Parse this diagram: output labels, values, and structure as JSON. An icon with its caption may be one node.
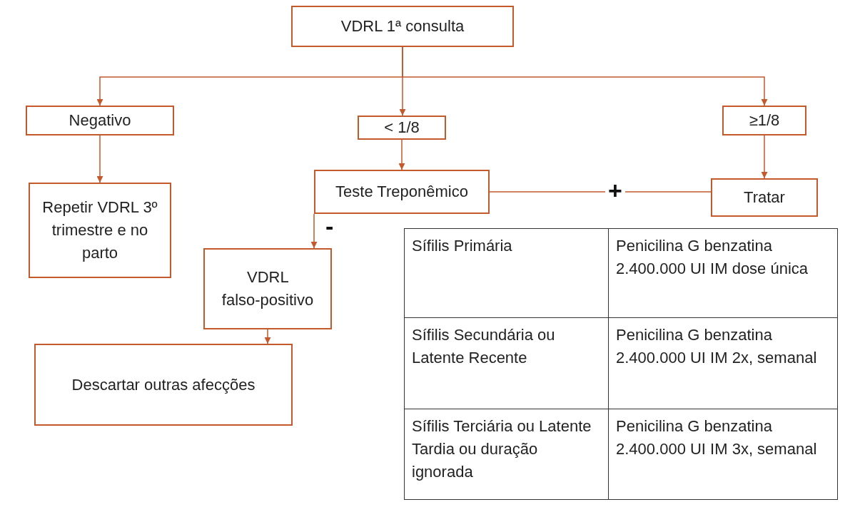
{
  "diagram": {
    "nodes": [
      {
        "text": [
          "VDRL 1ª consulta"
        ]
      },
      {
        "text": [
          "Negativo"
        ]
      },
      {
        "text": [
          "< 1/8"
        ]
      },
      {
        "text": [
          "≥1/8"
        ]
      },
      {
        "text": [
          "Repetir VDRL 3º trimestre e no parto"
        ]
      },
      {
        "text": [
          "Teste Treponêmico"
        ]
      },
      {
        "text": [
          "Tratar"
        ]
      },
      {
        "text": [
          "VDRL falso-positivo"
        ]
      },
      {
        "text": [
          "Descartar outras afecções"
        ]
      }
    ],
    "edges": [
      {
        "from": 0,
        "to": 1,
        "arrow": "to"
      },
      {
        "from": 0,
        "to": 2,
        "arrow": "to"
      },
      {
        "from": 0,
        "to": 3,
        "arrow": "to"
      },
      {
        "from": 1,
        "to": 4,
        "arrow": "to"
      },
      {
        "from": 2,
        "to": 5,
        "arrow": "to"
      },
      {
        "from": 3,
        "to": 6,
        "arrow": "to"
      },
      {
        "from": 5,
        "to": 6,
        "arrow": "none",
        "label": "+"
      },
      {
        "from": 5,
        "to": 7,
        "arrow": "to",
        "label": "-"
      },
      {
        "from": 7,
        "to": 8,
        "arrow": "to"
      }
    ],
    "labels": [
      "Sífilis Primária",
      "Penicilina G benzatina  2.400.000 UI IM dose única",
      "Sífilis Secundária ou Latente Recente",
      "Penicilina G benzatina 2.400.000 UI IM 2x, semanal",
      "Sífilis Terciária ou Latente Tardia ou duração ignorada",
      "Penicilina G benzatina 2.400.000 UI IM 3x, semanal"
    ]
  }
}
